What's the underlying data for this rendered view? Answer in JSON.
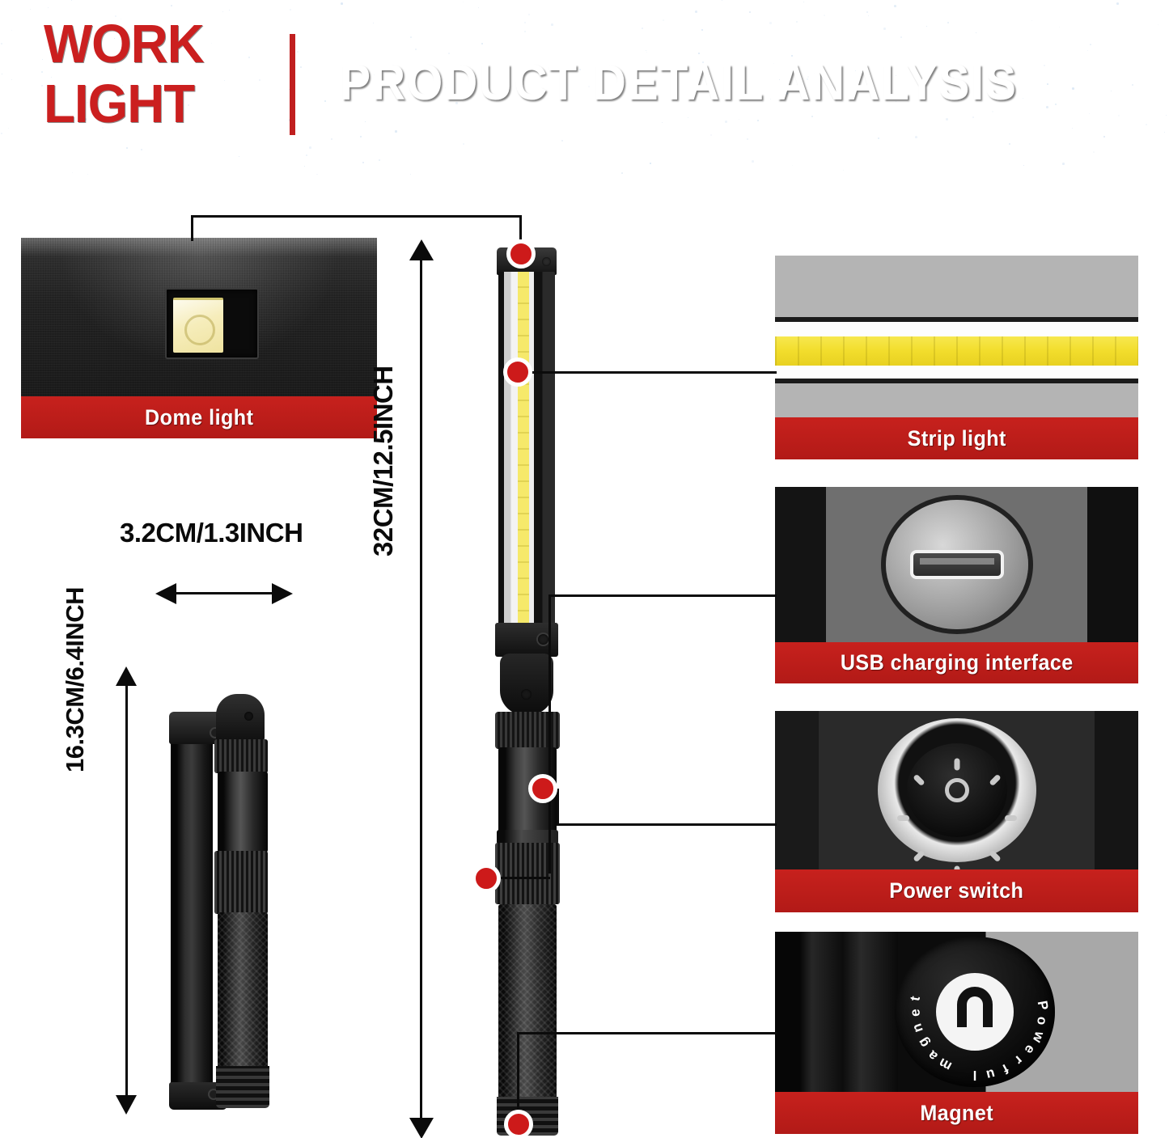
{
  "header": {
    "brand_line1": "WORK",
    "brand_line2": "LIGHT",
    "title": "PRODUCT  DETAIL  ANALYSIS",
    "brand_color": "#cb1f1f",
    "title_color": "#ffffff",
    "background_color": "#142a47"
  },
  "accent": {
    "label_bar_red": "#c1201c",
    "marker_red": "#cd1a1a",
    "cob_yellow": "#f2dd2c"
  },
  "panels": [
    {
      "id": "dome",
      "label": "Dome light"
    },
    {
      "id": "strip",
      "label": "Strip light"
    },
    {
      "id": "usb",
      "label": "USB charging interface"
    },
    {
      "id": "power",
      "label": "Power switch"
    },
    {
      "id": "magnet",
      "label": "Magnet"
    }
  ],
  "magnet_badge": {
    "text": "Powerful magnet",
    "symbol": "horseshoe-magnet",
    "pole_plus": "+",
    "pole_minus": "-"
  },
  "dimensions": {
    "width_label": "3.2CM/1.3INCH",
    "extended_height_label": "32CM/12.5INCH",
    "folded_height_label": "16.3CM/6.4INCH"
  },
  "products": {
    "extended_name": "extended-work-light",
    "folded_name": "folded-work-light"
  }
}
